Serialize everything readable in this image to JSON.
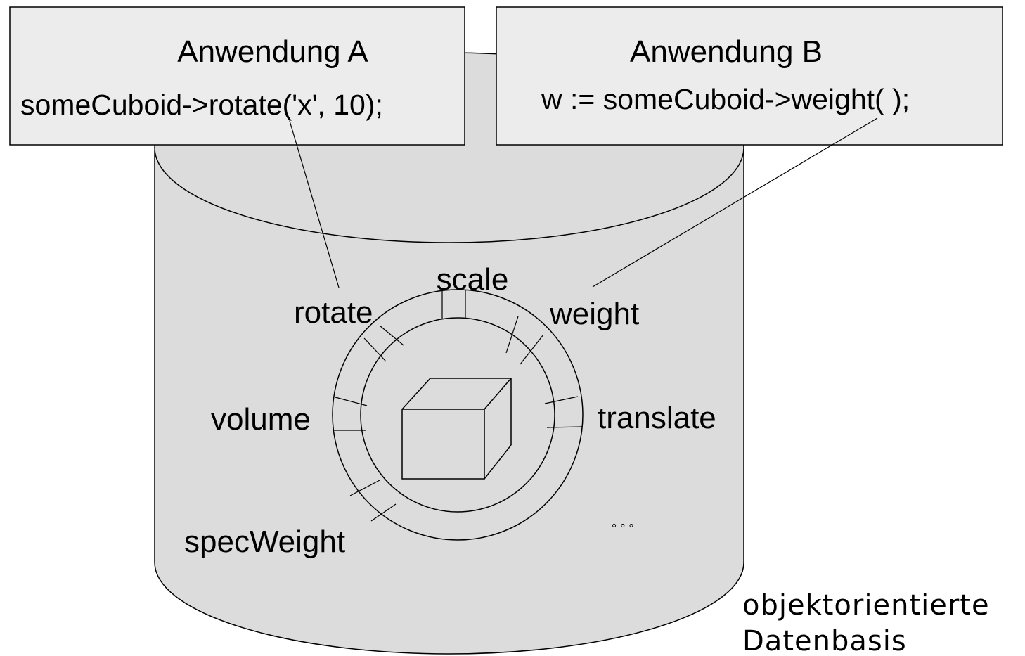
{
  "app_a": {
    "title": "Anwendung A",
    "code": "someCuboid->rotate('x', 10);"
  },
  "app_b": {
    "title": "Anwendung B",
    "code": "w := someCuboid->weight( );"
  },
  "methods": {
    "rotate": "rotate",
    "scale": "scale",
    "weight": "weight",
    "volume": "volume",
    "translate": "translate",
    "specWeight": "specWeight"
  },
  "ellipsis": "°  °  °",
  "database": {
    "line1": "objektorientierte",
    "line2": "Datenbasis"
  }
}
